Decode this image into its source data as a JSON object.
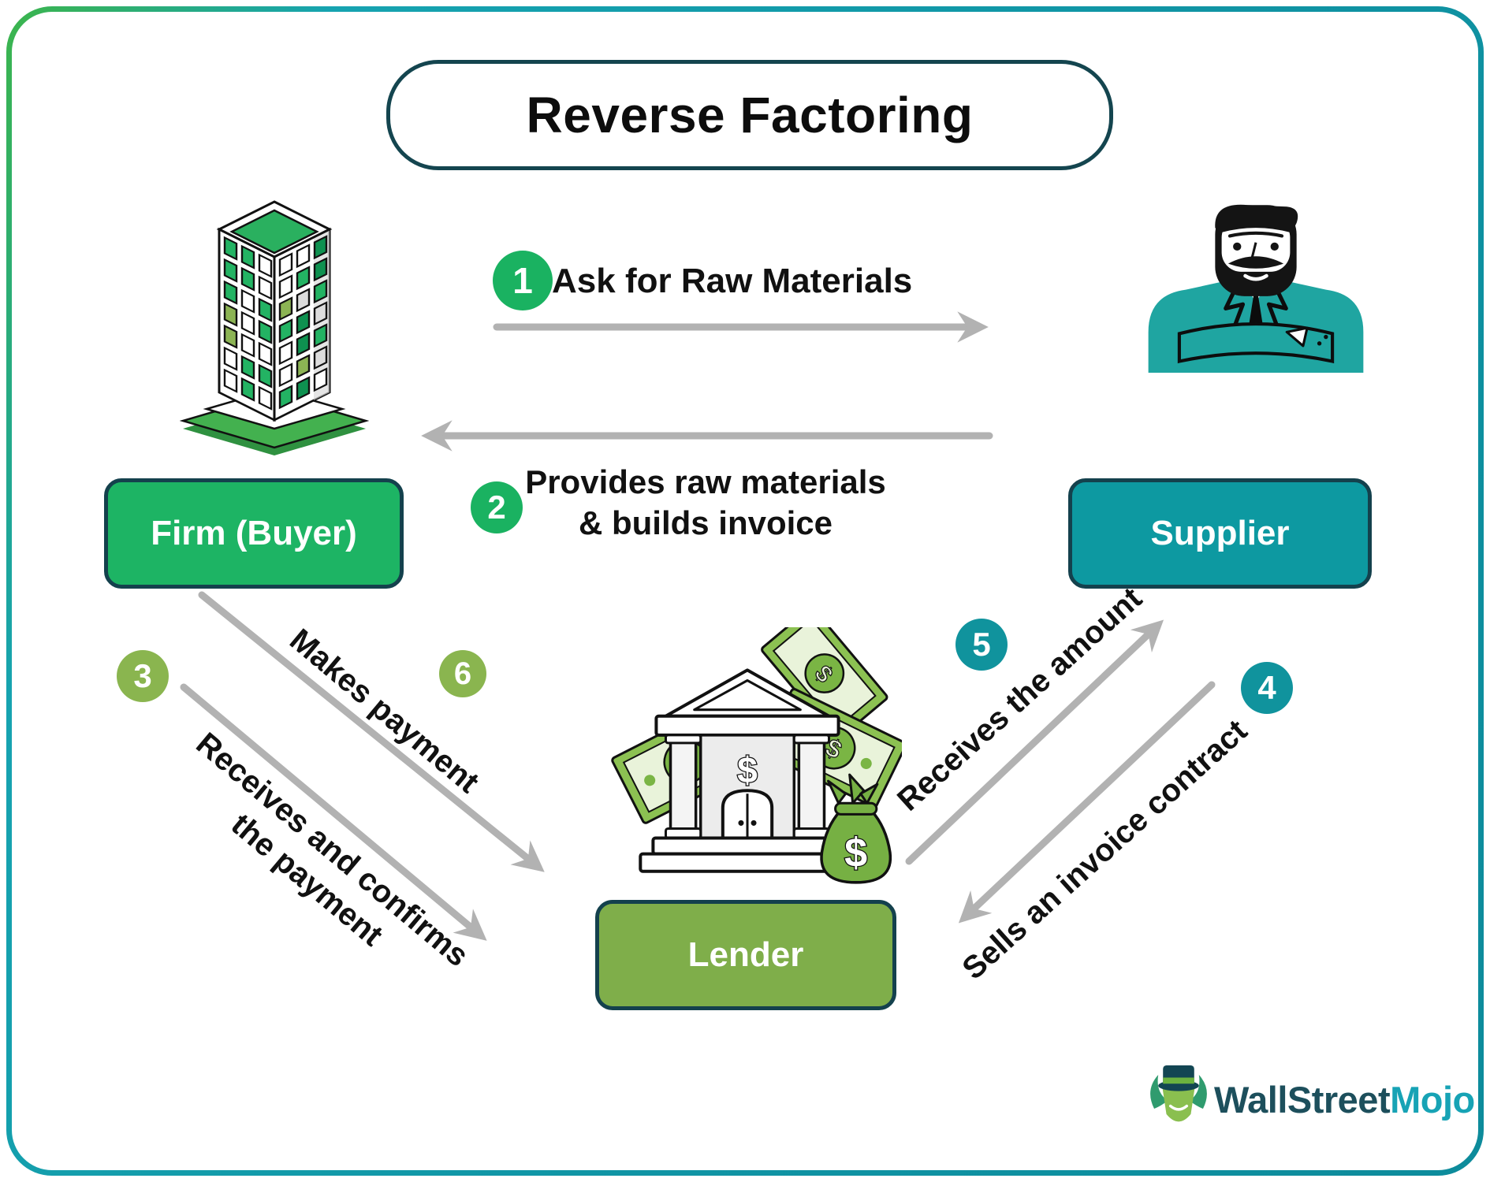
{
  "title": "Reverse Factoring",
  "entities": {
    "firm": {
      "label": "Firm (Buyer)"
    },
    "supplier": {
      "label": "Supplier"
    },
    "lender": {
      "label": "Lender"
    }
  },
  "steps": [
    {
      "num": "1",
      "label": "Ask for Raw Materials",
      "color": "#1ab261"
    },
    {
      "num": "2",
      "label": "Provides raw materials\n& builds invoice",
      "color": "#1ab261"
    },
    {
      "num": "3",
      "label": "Receives and confirms\nthe payment",
      "color": "#8ab54f"
    },
    {
      "num": "4",
      "label": "Sells an invoice contract",
      "color": "#10939d"
    },
    {
      "num": "5",
      "label": "Receives the amount",
      "color": "#10939d"
    },
    {
      "num": "6",
      "label": "Makes payment",
      "color": "#8ab54f"
    }
  ],
  "colors": {
    "firm_green": "#1db464",
    "supplier_teal": "#0d99a1",
    "lender_olive": "#7fae4a",
    "arrow_gray": "#b2b2b2",
    "frame_teal": "#1095a5",
    "frame_green": "#3cb54b",
    "outline_dark": "#14414d"
  },
  "logo": {
    "primary": "WallStreet",
    "secondary": "Mojo"
  },
  "icons": {
    "building": "building-icon",
    "supplier_person": "supplier-person-icon",
    "bank_money": "bank-money-icon",
    "bull": "wallstreetmojo-bull-icon"
  }
}
